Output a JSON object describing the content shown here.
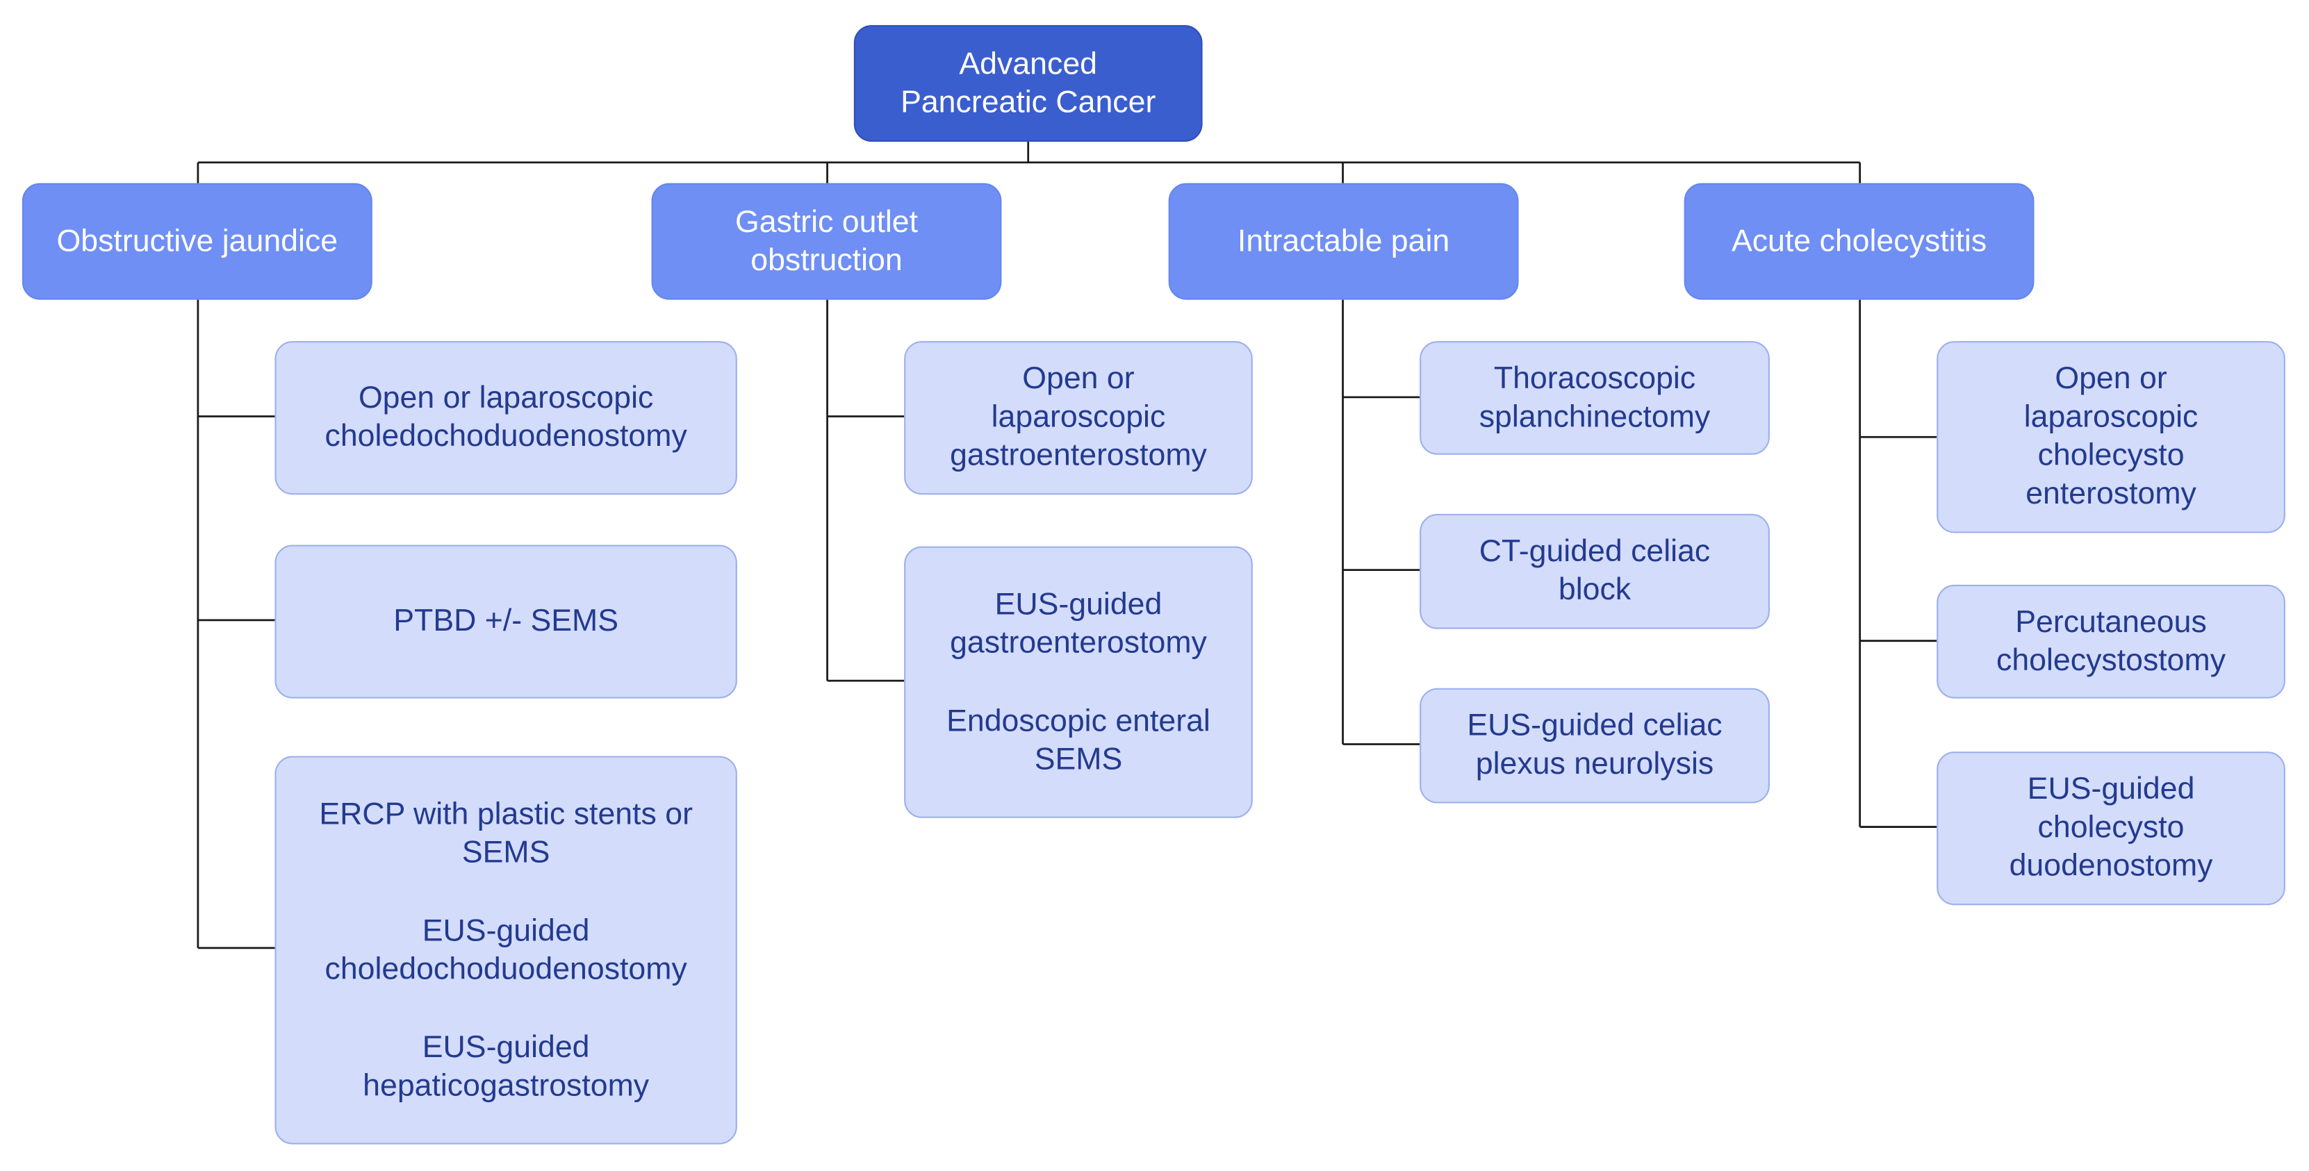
{
  "root": {
    "label": "Advanced\nPancreatic Cancer"
  },
  "columns": [
    {
      "category": "Obstructive jaundice",
      "options": [
        [
          "Open or laparoscopic\ncholedochoduodenostomy"
        ],
        [
          "PTBD +/- SEMS"
        ],
        [
          "ERCP with plastic stents or\nSEMS",
          "EUS-guided\ncholedochoduodenostomy",
          "EUS-guided\nhepaticogastrostomy"
        ]
      ]
    },
    {
      "category": "Gastric outlet\nobstruction",
      "options": [
        [
          "Open or\nlaparoscopic\ngastroenterostomy"
        ],
        [
          "EUS-guided\ngastroenterostomy",
          "Endoscopic enteral\nSEMS"
        ]
      ]
    },
    {
      "category": "Intractable pain",
      "options": [
        [
          "Thoracoscopic\nsplanchinectomy"
        ],
        [
          "CT-guided celiac\nblock"
        ],
        [
          "EUS-guided celiac\nplexus neurolysis"
        ]
      ]
    },
    {
      "category": "Acute cholecystitis",
      "options": [
        [
          "Open or\nlaparoscopic\ncholecysto\nenterostomy"
        ],
        [
          "Percutaneous\ncholecystostomy"
        ],
        [
          "EUS-guided\ncholecysto\nduodenostomy"
        ]
      ]
    }
  ]
}
